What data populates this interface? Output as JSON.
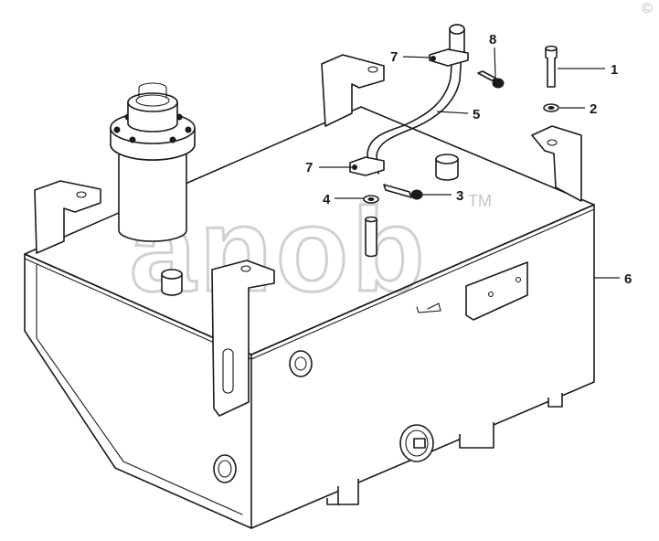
{
  "watermark": {
    "text": "anob",
    "tm": "TM",
    "corner_mark": "©"
  },
  "callouts": [
    {
      "id": "1",
      "label": "1"
    },
    {
      "id": "2",
      "label": "2"
    },
    {
      "id": "3",
      "label": "3"
    },
    {
      "id": "4",
      "label": "4"
    },
    {
      "id": "5",
      "label": "5"
    },
    {
      "id": "6",
      "label": "6"
    },
    {
      "id": "7a",
      "label": "7"
    },
    {
      "id": "7b",
      "label": "7"
    },
    {
      "id": "8",
      "label": "8"
    }
  ]
}
